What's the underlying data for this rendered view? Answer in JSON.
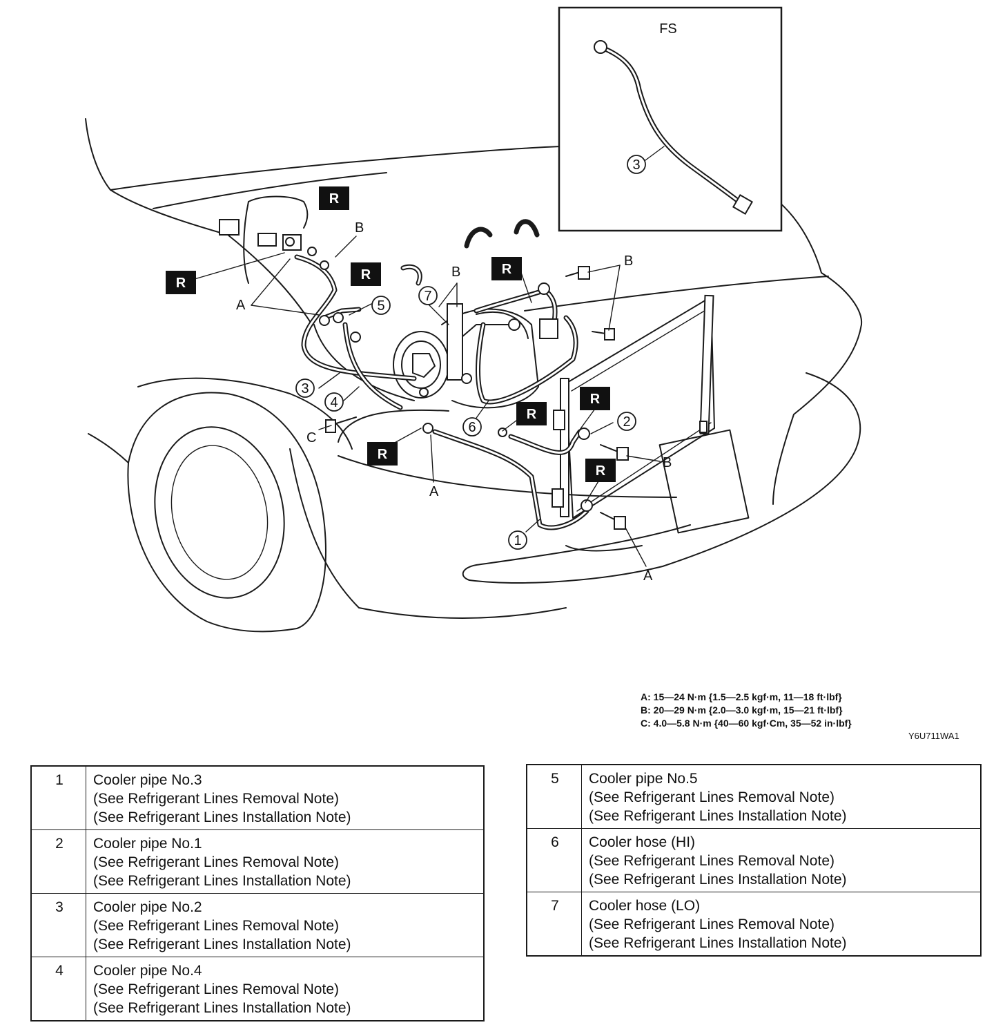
{
  "diagram": {
    "inset_label": "FS",
    "figure_code": "Y6U711WA1",
    "callout_letters": {
      "a": "A",
      "b": "B",
      "c": "C"
    },
    "replace_tag": "R",
    "part_numbers": [
      "1",
      "2",
      "3",
      "4",
      "5",
      "6",
      "7"
    ]
  },
  "torque_specs": [
    "A: 15—24 N·m {1.5—2.5 kgf·m, 11—18 ft·lbf}",
    "B: 20—29 N·m {2.0—3.0 kgf·m, 15—21 ft·lbf}",
    "C: 4.0—5.8 N·m {40—60 kgf·Cm, 35—52 in·lbf}"
  ],
  "parts_left": [
    {
      "num": "1",
      "name": "Cooler pipe No.3",
      "note1": "(See Refrigerant Lines Removal Note)",
      "note2": "(See Refrigerant Lines Installation Note)"
    },
    {
      "num": "2",
      "name": "Cooler pipe No.1",
      "note1": "(See Refrigerant Lines Removal Note)",
      "note2": "(See Refrigerant Lines Installation Note)"
    },
    {
      "num": "3",
      "name": "Cooler pipe No.2",
      "note1": "(See Refrigerant Lines Removal Note)",
      "note2": "(See Refrigerant Lines Installation Note)"
    },
    {
      "num": "4",
      "name": "Cooler pipe No.4",
      "note1": "(See Refrigerant Lines Removal Note)",
      "note2": "(See Refrigerant Lines Installation Note)"
    }
  ],
  "parts_right": [
    {
      "num": "5",
      "name": "Cooler pipe No.5",
      "note1": "(See Refrigerant Lines Removal Note)",
      "note2": "(See Refrigerant Lines Installation Note)"
    },
    {
      "num": "6",
      "name": "Cooler hose (HI)",
      "note1": "(See Refrigerant Lines Removal Note)",
      "note2": "(See Refrigerant Lines Installation Note)"
    },
    {
      "num": "7",
      "name": "Cooler hose (LO)",
      "note1": "(See Refrigerant Lines Removal Note)",
      "note2": "(See Refrigerant Lines Installation Note)"
    }
  ]
}
